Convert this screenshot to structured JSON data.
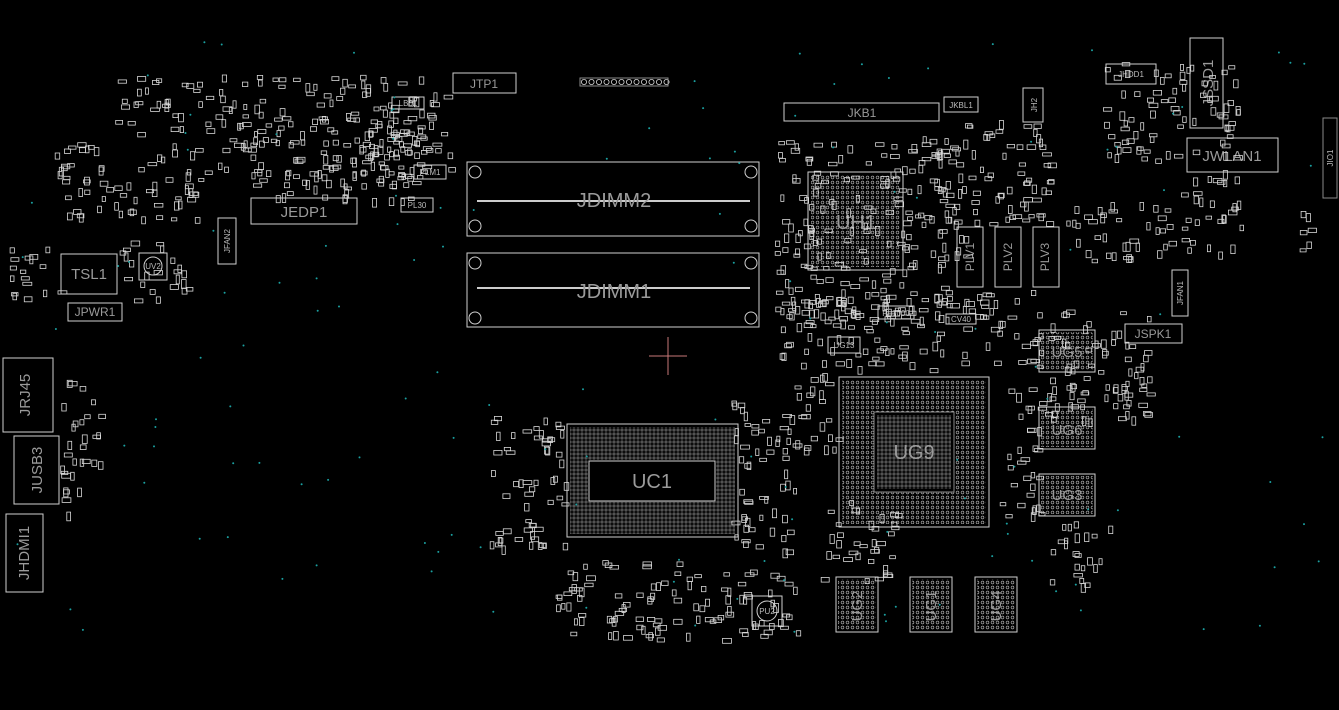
{
  "title": "",
  "designators": {
    "jdimm2": "JDIMM2",
    "jdimm1": "JDIMM1",
    "uc1": "UC1",
    "ug9": "UG9",
    "uh1": "UH1",
    "jedp1": "JEDP1",
    "tsl1": "TSL1",
    "jpwr1": "JPWR1",
    "jrj45": "JRJ45",
    "jusb3": "JUSB3",
    "jhdmi1": "JHDMI1",
    "jtp1": "JTP1",
    "jkb1": "JKB1",
    "jkbl1": "JKBL1",
    "jh2": "JH2",
    "jhdd1": "JHDD1",
    "jssd1": "JSSD1",
    "jwlan1": "JWLAN1",
    "jio1": "JIO1",
    "plv1": "PLV1",
    "plv2": "PLV2",
    "plv3": "PLV3",
    "jfan1": "JFAN1",
    "jfan2": "JFAN2",
    "jspk1": "JSPK1",
    "ug5": "UG5",
    "ug6": "UG6",
    "ug3": "UG3",
    "ug2": "UG2",
    "ug1": "UG1",
    "ug4": "UG4",
    "ug13": "UG13",
    "uv2": "UV2",
    "pu2": "PU2",
    "plm1": "PLM1",
    "pl30": "PL30",
    "lb01": "LB01",
    "pl1000": "PL1000",
    "cv40": "CV40"
  },
  "colors": {
    "background": "#000000",
    "outline": "#cfcfcf",
    "label": "#9a9a9a",
    "via": "#1aa0a0",
    "cursor": "#c87878"
  }
}
